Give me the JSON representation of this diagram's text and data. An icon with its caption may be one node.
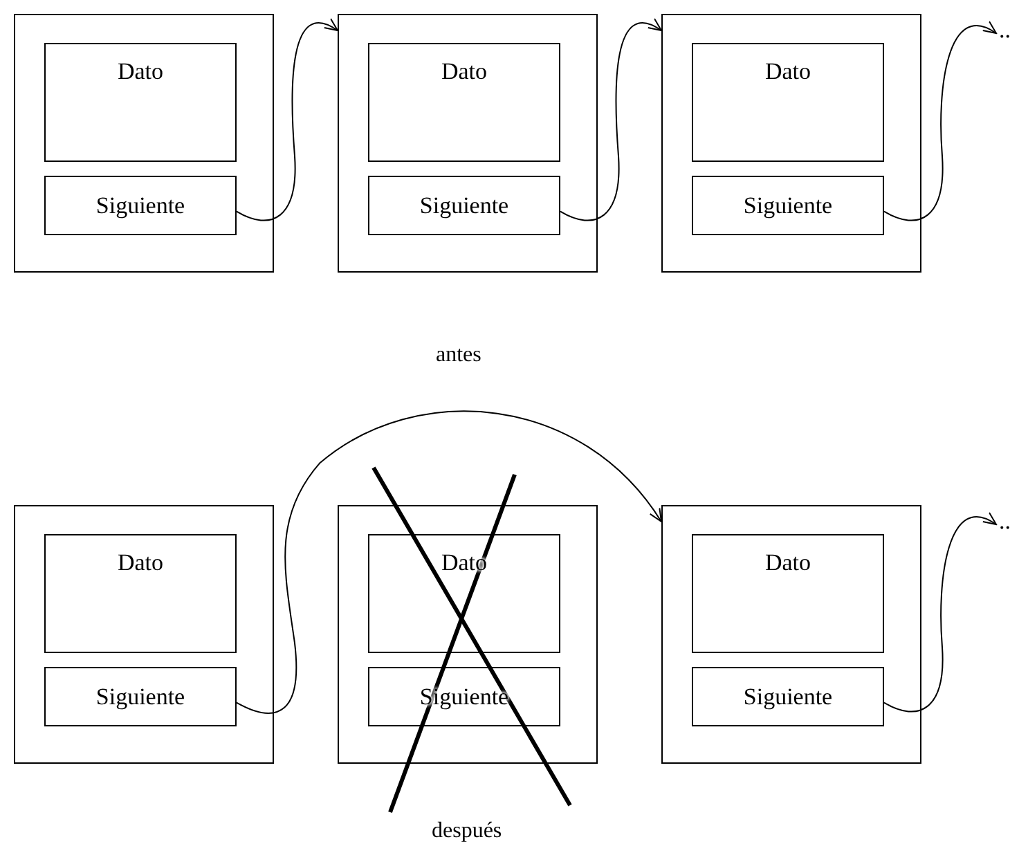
{
  "diagram": {
    "nodes": [
      {
        "text": [],
        "shape": "box"
      },
      {
        "text": [
          "Dato"
        ],
        "in": 0
      },
      {
        "text": [
          "Siguiente"
        ],
        "in": 0
      },
      {
        "text": [],
        "shape": "box"
      },
      {
        "text": [
          "Dato"
        ],
        "in": 3
      },
      {
        "text": [
          "Siguiente"
        ],
        "in": 3
      },
      {
        "text": [],
        "shape": "box"
      },
      {
        "text": [
          "Dato"
        ],
        "in": 6
      },
      {
        "text": [
          "Siguiente"
        ],
        "in": 6
      },
      {
        "text": [
          ".."
        ]
      },
      {
        "text": [],
        "shape": "box"
      },
      {
        "text": [
          "Dato"
        ],
        "in": 10
      },
      {
        "text": [
          "Siguiente"
        ],
        "in": 10
      },
      {
        "text": [],
        "shape": "box"
      },
      {
        "text": [
          "Dato"
        ],
        "in": 13
      },
      {
        "text": [
          "Siguiente"
        ],
        "in": 13
      },
      {
        "text": [],
        "shape": "box"
      },
      {
        "text": [
          "Dato"
        ],
        "in": 16
      },
      {
        "text": [
          "Siguiente"
        ],
        "in": 16
      },
      {
        "text": [
          ".."
        ]
      }
    ],
    "edges": [
      {
        "from": 2,
        "to": 3,
        "arrow": "to"
      },
      {
        "from": 5,
        "to": 6,
        "arrow": "to"
      },
      {
        "from": 8,
        "to": 9,
        "arrow": "to"
      },
      {
        "from": 12,
        "to": 16,
        "arrow": "to"
      },
      {
        "from": 18,
        "to": 19,
        "arrow": "to"
      }
    ],
    "labels": [
      "antes",
      "después"
    ]
  }
}
